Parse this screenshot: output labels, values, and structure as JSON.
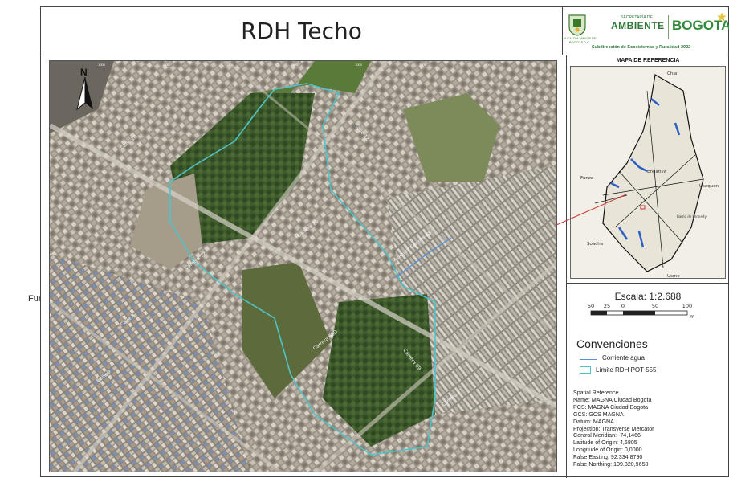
{
  "outside_label": "Fuente",
  "title": "RDH Techo",
  "logos": {
    "seal_text": "ALCALDÍA MAYOR DE BOGOTÁ D.C.",
    "secretaria": "SECRETARÍA DE",
    "ambiente": "AMBIENTE",
    "bogota": "BOGOTA",
    "subdireccion": "Subdirección de Ecosistemas y Ruralidad 2022"
  },
  "reference_map": {
    "title": "MAPA DE REFERENCIA",
    "places": [
      "Chía",
      "Funza",
      "Engativá",
      "Usaquén",
      "Soacha",
      "Usme",
      "Barrio de Kennedy"
    ]
  },
  "scale": {
    "title": "Escala: 1:2.688",
    "ticks": [
      "50",
      "25",
      "0",
      "50",
      "100"
    ],
    "unit": "m"
  },
  "legend": {
    "title": "Convenciones",
    "items": [
      {
        "label": "Corriente agua",
        "color": "#5b8fd6"
      },
      {
        "label": "Límite RDH POT 555",
        "color": "#4fc3c8"
      }
    ]
  },
  "spatial_reference": [
    "Spatial Reference",
    "Name: MAGNA Ciudad Bogota",
    "PCS: MAGNA Ciudad Bogota",
    "GCS: GCS MAGNA",
    "Datum: MAGNA",
    "Projection: Transverse Mercator",
    "Central Meridian: -74,1466",
    "Latitude of Origin: 4,6805",
    "Longitude of Origin: 0,0000",
    "False Easting: 92.334,8790",
    "False Northing: 109.320,9650"
  ],
  "street_labels": [
    "Calle 10",
    "Carrera 72",
    "Carrera 70",
    "Calle 8",
    "Calle 9",
    "Avenida Carrera 68",
    "Carrera 69",
    "Calle 12",
    "Carrera 68D",
    "Carrera 71"
  ],
  "north_label": "N"
}
